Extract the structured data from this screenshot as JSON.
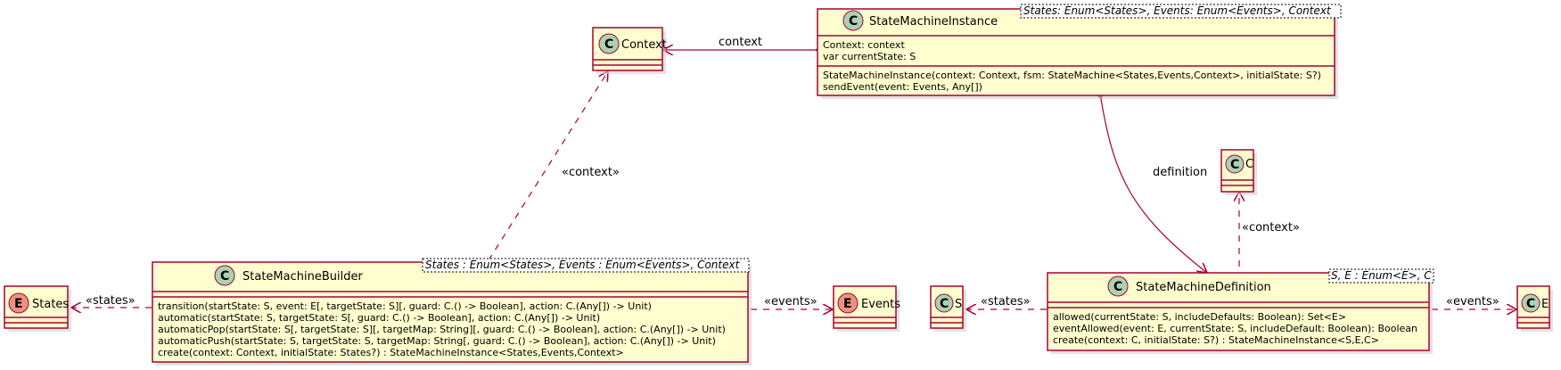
{
  "stereotype_letters": {
    "class": "C",
    "enum": "E"
  },
  "classes": {
    "context": {
      "name": "Context"
    },
    "instance": {
      "name": "StateMachineInstance",
      "template": "States: Enum<States>, Events: Enum<Events>, Context",
      "fields": [
        "Context: context",
        "var currentState: S"
      ],
      "methods": [
        "StateMachineInstance(context: Context, fsm: StateMachine<States,Events,Context>, initialState: S?)",
        "sendEvent(event: Events, Any[])"
      ]
    },
    "builder": {
      "name": "StateMachineBuilder",
      "template": "States : Enum<States>, Events : Enum<Events>, Context",
      "methods": [
        "transition(startState: S, event: E[, targetState: S][, guard: C.() -> Boolean], action: C.(Any[]) -> Unit)",
        "automatic(startState: S, targetState: S[, guard: C.() -> Boolean], action: C.(Any[]) -> Unit)",
        "automaticPop(startState: S[, targetState: S][, targetMap: String][, guard: C.() -> Boolean], action: C.(Any[]) -> Unit)",
        "automaticPush(startState: S, targetState: S, targetMap: String[, guard: C.() -> Boolean], action: C.(Any[]) -> Unit)",
        "create(context: Context, initialState: States?) : StateMachineInstance<States,Events,Context>"
      ]
    },
    "definition": {
      "name": "StateMachineDefinition",
      "template": "S, E : Enum<E>, C",
      "methods": [
        "allowed(currentState: S, includeDefaults: Boolean): Set<E>",
        "eventAllowed(event: E, currentState: S, includeDefault: Boolean): Boolean",
        "create(context: C, initialState: S?) : StateMachineInstance<S,E,C>"
      ]
    },
    "states_enum": {
      "name": "States"
    },
    "events_enum": {
      "name": "Events"
    },
    "s_class": {
      "name": "S"
    },
    "c_class": {
      "name": "C"
    },
    "e_class": {
      "name": "E"
    }
  },
  "relations": {
    "context": "context",
    "definition": "definition",
    "builder_context": "«context»",
    "builder_states": "«states»",
    "builder_events": "«events»",
    "def_context": "«context»",
    "def_states": "«states»",
    "def_events": "«events»"
  }
}
